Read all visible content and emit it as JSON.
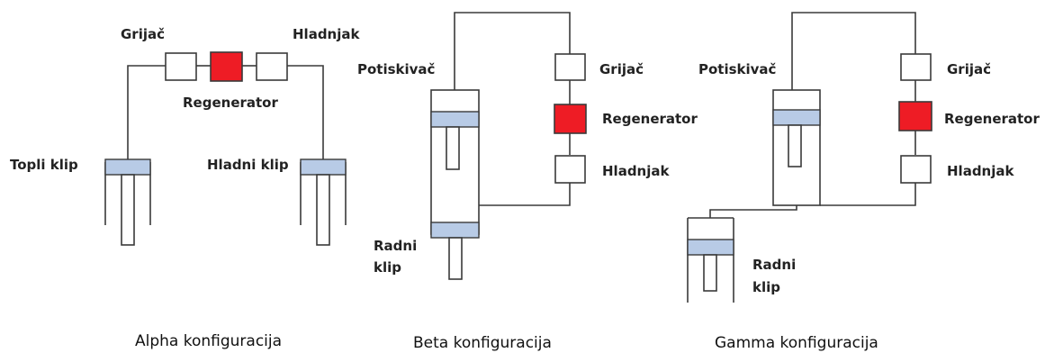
{
  "colors": {
    "regenerator": "#ee1c25",
    "piston": "#b8cbe6",
    "line": "#3a3a3a"
  },
  "alpha": {
    "grijac": "Grijač",
    "hladnjak": "Hladnjak",
    "regenerator": "Regenerator",
    "topli_klip": "Topli klip",
    "hladni_klip": "Hladni klip",
    "caption": "Alpha konfiguracija"
  },
  "beta": {
    "potiskivac": "Potiskivač",
    "grijac": "Grijač",
    "regenerator": "Regenerator",
    "hladnjak": "Hladnjak",
    "radni_line1": "Radni",
    "radni_line2": "klip",
    "caption": "Beta konfiguracija"
  },
  "gamma": {
    "potiskivac": "Potiskivač",
    "grijac": "Grijač",
    "regenerator": "Regenerator",
    "hladnjak": "Hladnjak",
    "radni_line1": "Radni",
    "radni_line2": "klip",
    "caption": "Gamma konfiguracija"
  }
}
